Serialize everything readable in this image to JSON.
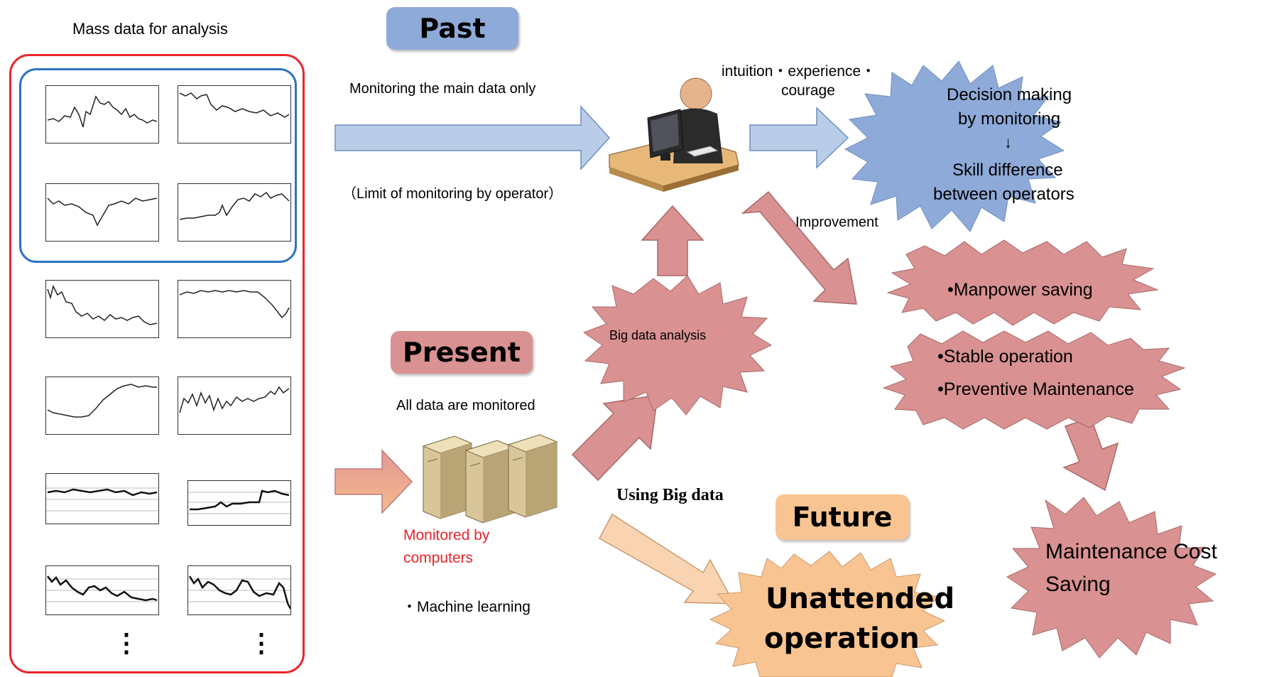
{
  "left_panel": {
    "title": "Mass data for analysis",
    "dots_left": "⋮",
    "dots_right": "⋮"
  },
  "past": {
    "label": "Past",
    "arrow_caption": "Monitoring the main data only",
    "limit_caption": "（Limit of monitoring by operator）",
    "intuition_line1": "intuition・experience・",
    "intuition_line2": "courage",
    "decision_line1": "Decision making",
    "decision_line2": "by monitoring",
    "decision_arrow": "↓",
    "decision_line3": "Skill difference",
    "decision_line4": "between  operators",
    "improvement": "Improvement"
  },
  "present": {
    "label": "Present",
    "big_data": "Big data analysis",
    "all_data": "All data are monitored",
    "monitored_line1": "Monitored by",
    "monitored_line2": "computers",
    "machine_learning": "・Machine learning",
    "manpower": "•Manpower saving",
    "stable": "•Stable operation",
    "preventive": "•Preventive Maintenance",
    "maint_line1": "Maintenance Cost",
    "maint_line2": "Saving"
  },
  "future": {
    "label": "Future",
    "using": "Using Big data",
    "unattended_line1": "Unattended",
    "unattended_line2": "operation"
  },
  "colors": {
    "red_border": "#e8252b",
    "blue_border": "#2f72c2",
    "past_blue": "#8eaad8",
    "arrow_blue": "#b9cde8",
    "rose": "#d99191",
    "orange": "#f8c491",
    "red_text": "#e8252b"
  }
}
